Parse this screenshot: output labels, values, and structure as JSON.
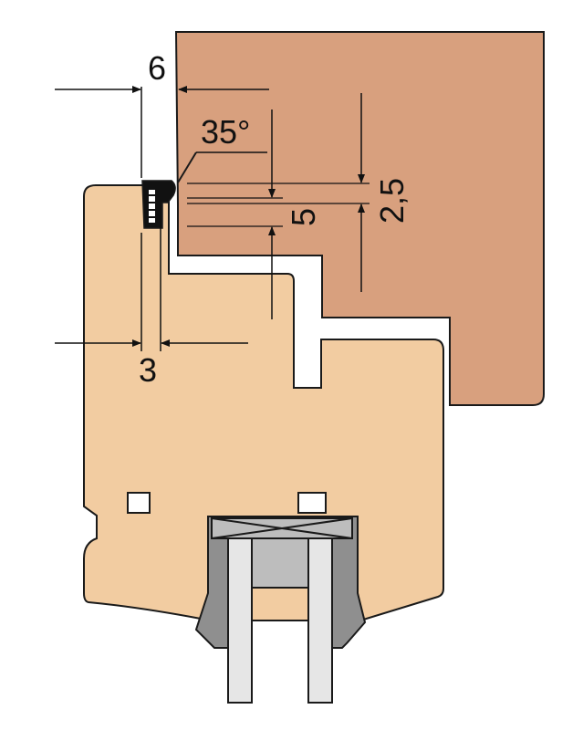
{
  "colors": {
    "frame": "#d8a07e",
    "sash": "#f2cca1",
    "gasket": "#111111",
    "glazing_bead": "#8f8f8f",
    "glass_spacer": "#bdbdbd",
    "glass": "#e6e6e6",
    "outline": "#1a1a1a",
    "background": "#ffffff"
  },
  "dimensions": {
    "gap_top": "6",
    "angle": "35°",
    "overlap": "5",
    "small_gap": "2,5",
    "gasket_gap": "3"
  }
}
